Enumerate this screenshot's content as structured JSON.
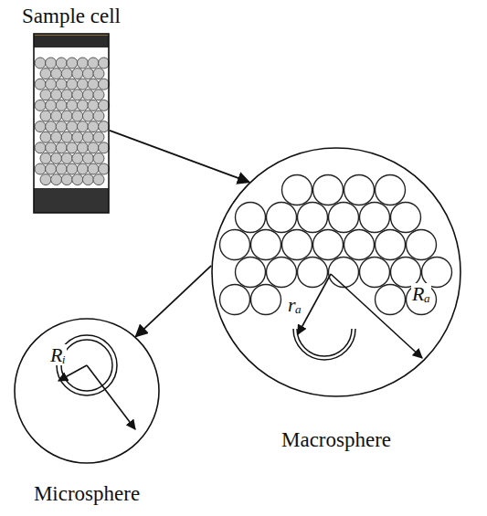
{
  "diagram": {
    "nodes": [
      {
        "text": [
          "Sample cell"
        ]
      },
      {
        "text": [
          "Macrosphere"
        ]
      },
      {
        "text": [
          "Microsphere"
        ]
      }
    ],
    "edges": [
      {
        "from": 0,
        "to": 1,
        "arrow": "to"
      },
      {
        "from": 1,
        "to": 2,
        "arrow": "to"
      }
    ],
    "labels": [
      "rₐ",
      "Rₐ",
      "Rᵢ"
    ]
  }
}
